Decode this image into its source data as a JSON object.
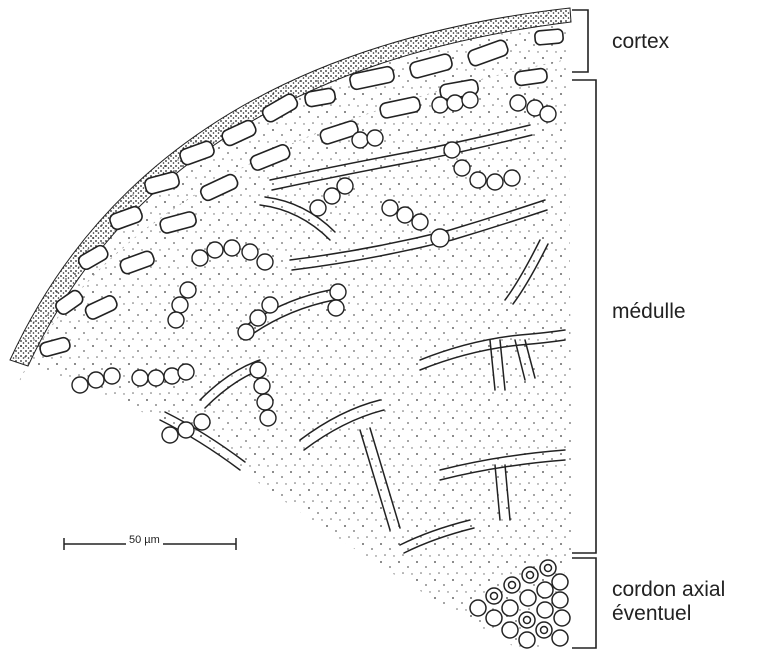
{
  "labels": {
    "cortex": "cortex",
    "medulle": "médulle",
    "cordon_line1": "cordon axial",
    "cordon_line2": "éventuel"
  },
  "scale_bar": "50 µm",
  "colors": {
    "ink": "#222222",
    "background": "#ffffff"
  },
  "icons": [
    "bracket-cortex",
    "bracket-medulle",
    "bracket-cordon"
  ]
}
